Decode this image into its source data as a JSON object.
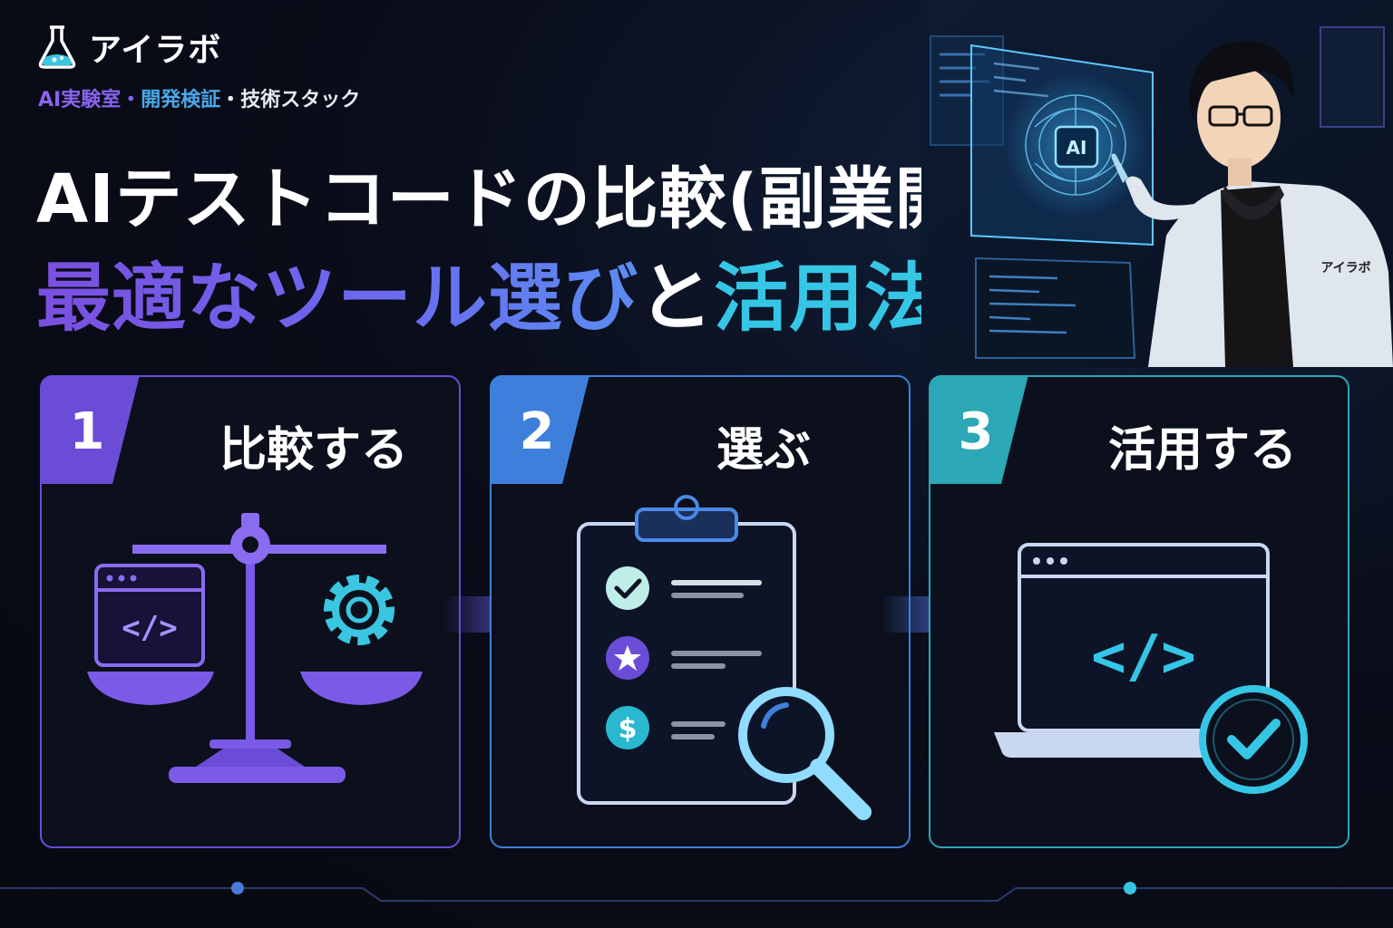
{
  "brand": {
    "name": "アイラボ",
    "logo_icon": "flask-icon"
  },
  "tagline": {
    "part1": "AI実験室・",
    "part2": "開発検証",
    "part3": "・技術スタック"
  },
  "title": {
    "line1": "AIテストコードの比較(副業開発)に",
    "line2_a": "最適なツール選び",
    "line2_b": "と",
    "line2_c": "活用法"
  },
  "hero": {
    "screen_label": "AI",
    "coat_label": "アイラボ"
  },
  "steps": [
    {
      "number": "1",
      "label": "比較する",
      "color": "#6b4cd6",
      "icon": "balance-scale-icon"
    },
    {
      "number": "2",
      "label": "選ぶ",
      "color": "#3f7fdc",
      "icon": "clipboard-checklist-icon"
    },
    {
      "number": "3",
      "label": "活用する",
      "color": "#2ba7b5",
      "icon": "laptop-check-icon"
    }
  ],
  "checklist_symbol": "$"
}
